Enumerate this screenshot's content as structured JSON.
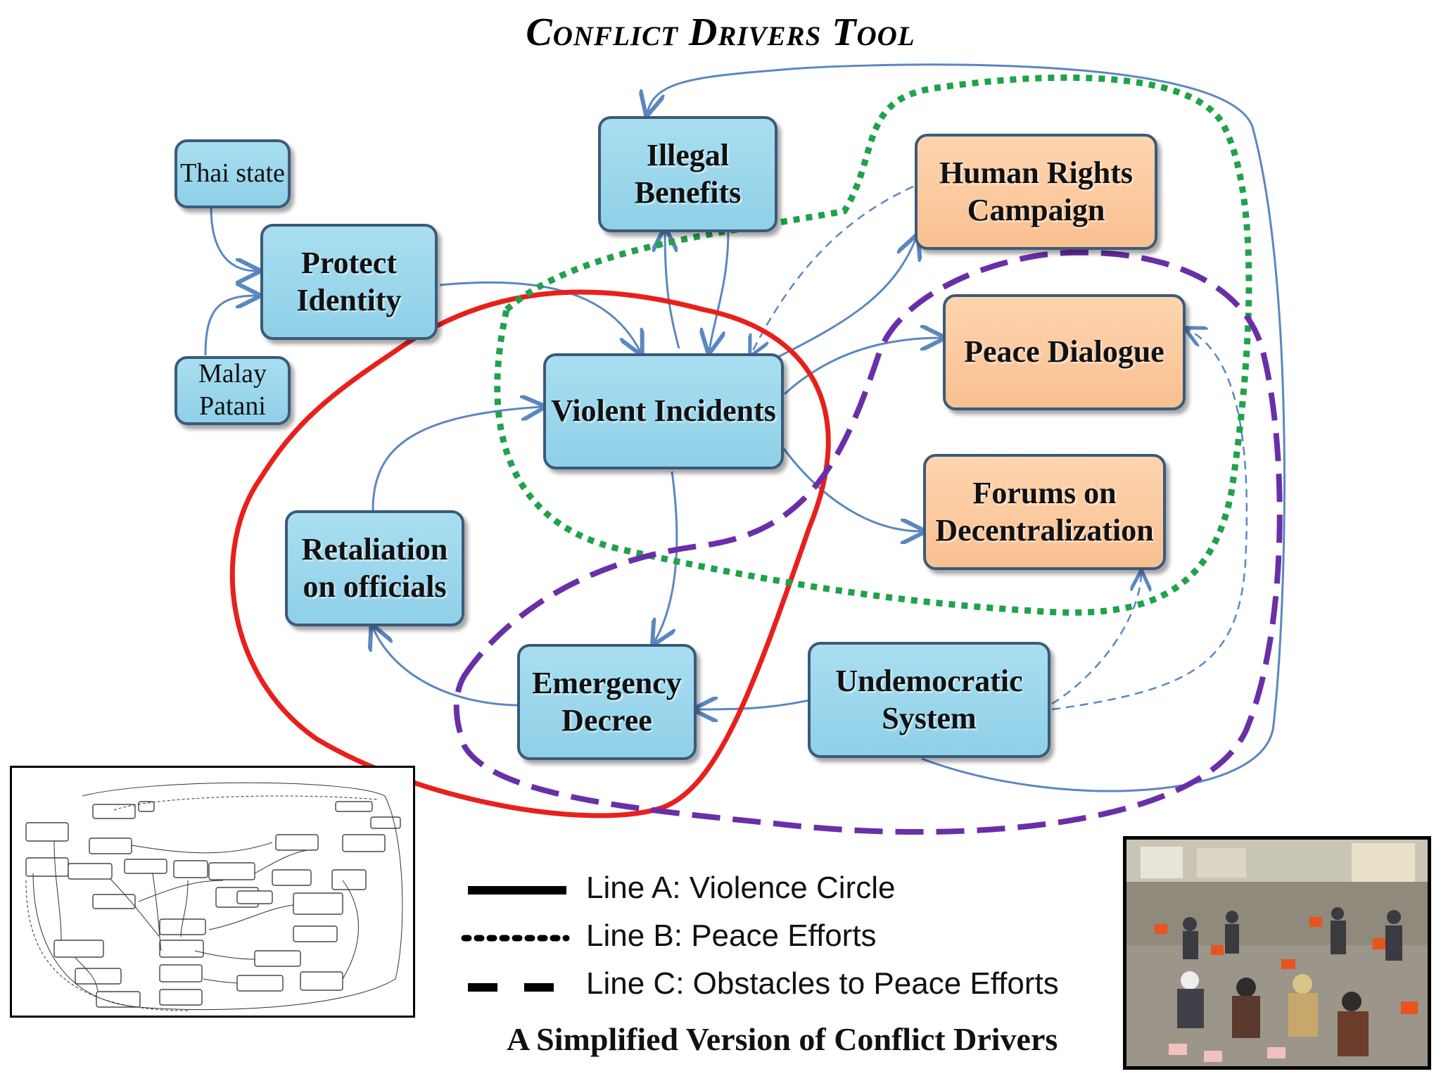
{
  "title": "Conflict Drivers Tool",
  "nodes": {
    "thai_state": "Thai state",
    "malay_patani": "Malay Patani",
    "protect_identity": "Protect Identity",
    "illegal_benefits": "Illegal Benefits",
    "violent_incidents": "Violent Incidents",
    "retaliation": "Retaliation on officials",
    "emergency_decree": "Emergency Decree",
    "undemocratic_system": "Undemocratic System",
    "human_rights": "Human Rights Campaign",
    "peace_dialogue": "Peace Dialogue",
    "forums": "Forums on Decentralization"
  },
  "legend": {
    "line_a": "Line A: Violence Circle",
    "line_b": "Line B: Peace Efforts",
    "line_c": "Line C: Obstacles to Peace Efforts"
  },
  "caption": "A Simplified Version of Conflict Drivers",
  "colors": {
    "line_a": "#e8201c",
    "line_b": "#1fa24a",
    "line_c": "#6a2fa8",
    "arrow": "#5b87c0",
    "node_blue": "#8fd0e8",
    "node_orange": "#f8c090"
  }
}
